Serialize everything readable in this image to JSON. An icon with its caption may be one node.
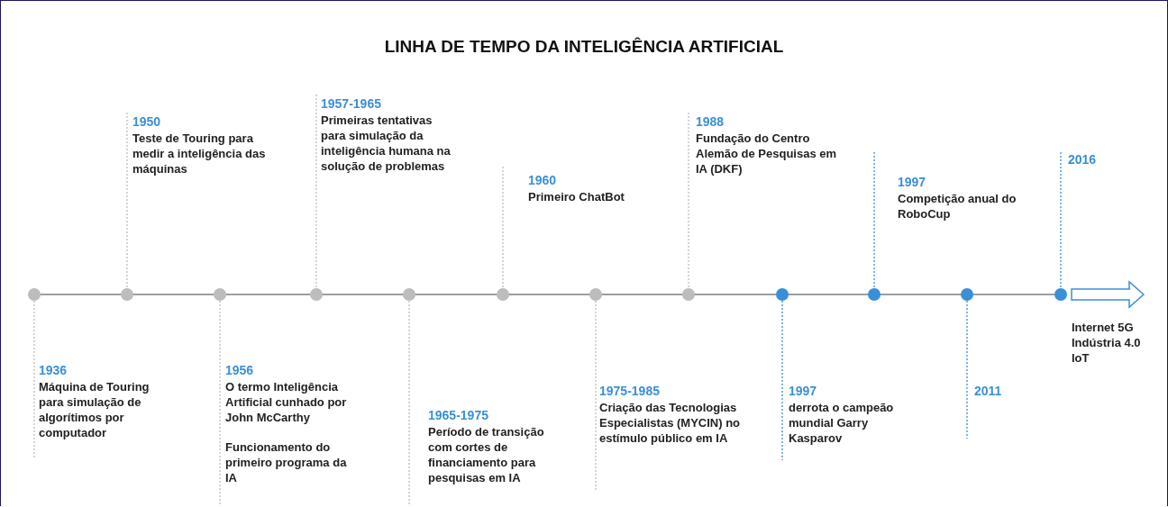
{
  "diagram": {
    "title": "LINHA DE TEMPO DA INTELIGÊNCIA ARTIFICIAL",
    "nodes": [
      {
        "text": [],
        "shape": "circle"
      },
      {
        "text": [],
        "shape": "circle"
      },
      {
        "text": [],
        "shape": "circle"
      },
      {
        "text": [],
        "shape": "circle"
      },
      {
        "text": [],
        "shape": "circle"
      },
      {
        "text": [],
        "shape": "circle"
      },
      {
        "text": [],
        "shape": "circle"
      },
      {
        "text": [],
        "shape": "circle"
      },
      {
        "text": [],
        "shape": "circle"
      },
      {
        "text": [],
        "shape": "circle"
      },
      {
        "text": [],
        "shape": "circle"
      },
      {
        "text": [],
        "shape": "circle"
      },
      {
        "text": [
          "1936",
          "Máquina de Touring para simulação de algorítimos por computador"
        ]
      },
      {
        "text": [
          "1950",
          "Teste de Touring para medir a inteligência das máquinas"
        ]
      },
      {
        "text": [
          "1956",
          "O termo Inteligência Artificial cunhado por John McCarthy",
          "Funcionamento do primeiro programa da IA"
        ]
      },
      {
        "text": [
          "1957-1965",
          "Primeiras tentativas para simulação da inteligência humana na solução de problemas"
        ]
      },
      {
        "text": [
          "1965-1975",
          "Período de transição com cortes de financiamento para pesquisas em IA"
        ]
      },
      {
        "text": [
          "1960",
          "Primeiro ChatBot"
        ]
      },
      {
        "text": [
          "1975-1985",
          "Criação das Tecnologias Especialistas (MYCIN) no estímulo público em IA"
        ]
      },
      {
        "text": [
          "1988",
          "Fundação do Centro Alemão de Pesquisas em IA (DKF)"
        ]
      },
      {
        "text": [
          "1997",
          "derrota o campeão mundial Garry Kasparov"
        ]
      },
      {
        "text": [
          "1997",
          "Competição anual do RoboCup"
        ]
      },
      {
        "text": [
          "2011"
        ]
      },
      {
        "text": [
          "2016"
        ]
      }
    ],
    "edges": [
      {
        "from": 12,
        "to": 0,
        "arrow": "none",
        "style": "dashed"
      },
      {
        "from": 13,
        "to": 1,
        "arrow": "none",
        "style": "dashed"
      },
      {
        "from": 14,
        "to": 2,
        "arrow": "none",
        "style": "dashed"
      },
      {
        "from": 15,
        "to": 3,
        "arrow": "none",
        "style": "dashed"
      },
      {
        "from": 16,
        "to": 4,
        "arrow": "none",
        "style": "dashed"
      },
      {
        "from": 17,
        "to": 5,
        "arrow": "none",
        "style": "dashed"
      },
      {
        "from": 18,
        "to": 6,
        "arrow": "none",
        "style": "dashed"
      },
      {
        "from": 19,
        "to": 7,
        "arrow": "none",
        "style": "dashed"
      },
      {
        "from": 20,
        "to": 8,
        "arrow": "none",
        "style": "dashed",
        "color": "#3a8fd9"
      },
      {
        "from": 21,
        "to": 9,
        "arrow": "none",
        "style": "dashed",
        "color": "#3a8fd9"
      },
      {
        "from": 22,
        "to": 10,
        "arrow": "none",
        "style": "dashed",
        "color": "#3a8fd9"
      },
      {
        "from": 23,
        "to": 11,
        "arrow": "none",
        "style": "dashed",
        "color": "#3a8fd9"
      }
    ],
    "labels": [
      "Internet 5G",
      "Indústria 4.0",
      "IoT"
    ]
  }
}
